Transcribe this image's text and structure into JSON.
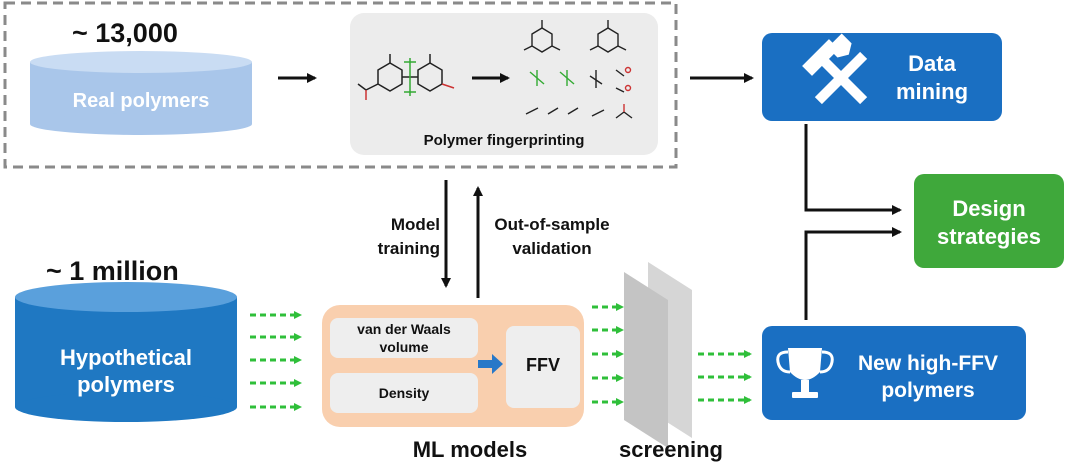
{
  "real_count": "~ 13,000",
  "real_label": "Real polymers",
  "fingerprint_label": "Polymer fingerprinting",
  "hyp_count": "~ 1 million",
  "hyp_label_1": "Hypothetical",
  "hyp_label_2": "polymers",
  "model_training_1": "Model",
  "model_training_2": "training",
  "oos_1": "Out-of-sample",
  "oos_2": "validation",
  "vdw_1": "van der Waals",
  "vdw_2": "volume",
  "density_label": "Density",
  "ffv_label": "FFV",
  "ml_models_label": "ML models",
  "screening_label": "screening",
  "data_mining_1": "Data",
  "data_mining_2": "mining",
  "design_1": "Design",
  "design_2": "strategies",
  "newpoly_1": "New high-FFV",
  "newpoly_2": "polymers",
  "colors": {
    "blue_box": "#1a6fc2",
    "green_box": "#3fa83b",
    "cyl_light": "#a9c6ea",
    "cyl_dark": "#1f78c2",
    "ml_bg": "#f9cfae",
    "green_arrow": "#2fbf3a"
  }
}
